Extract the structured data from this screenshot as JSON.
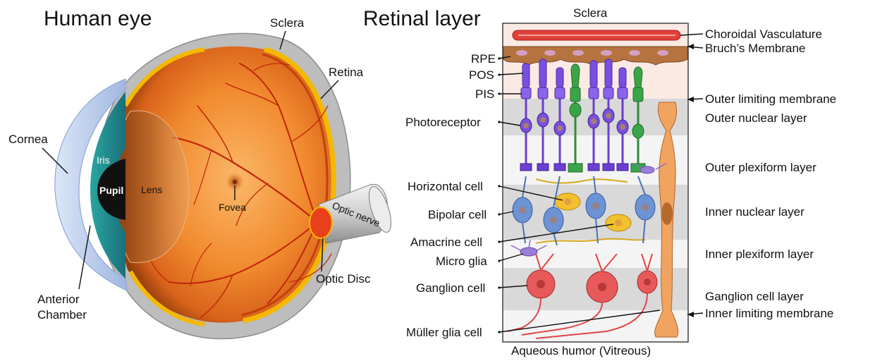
{
  "eye": {
    "title": "Human eye",
    "labels": {
      "sclera": "Sclera",
      "retina": "Retina",
      "cornea": "Cornea",
      "iris": "Iris",
      "pupil": "Pupil",
      "lens": "Lens",
      "fovea": "Fovea",
      "optic_nerve": "Optic nerve",
      "optic_disc": "Optic Disc",
      "anterior_line1": "Anterior",
      "anterior_line2": "Chamber"
    }
  },
  "retina": {
    "title": "Retinal layer",
    "top_label": "Sclera",
    "bottom_label": "Aqueous humor (Vitreous)",
    "left_labels": {
      "rpe": "RPE",
      "pos": "POS",
      "pis": "PIS",
      "photoreceptor": "Photoreceptor",
      "horizontal": "Horizontal cell",
      "bipolar": "Bipolar cell",
      "amacrine": "Amacrine cell",
      "micro_glia": "Micro glia",
      "ganglion": "Ganglion cell",
      "muller": "Müller glia cell"
    },
    "right_labels": {
      "choroidal": "Choroidal Vasculature",
      "bruch": "Bruch’s Membrane",
      "olm": "Outer limiting membrane",
      "onl": "Outer nuclear layer",
      "opl": "Outer plexiform layer",
      "inl": "Inner nuclear layer",
      "ipl": "Inner plexiform layer",
      "gcl": "Ganglion cell layer",
      "ilm": "Inner limiting membrane"
    }
  },
  "colors": {
    "eyeball": "#f08a2c",
    "sclera_gray": "#c9c9c9",
    "retina_yellow": "#f5b800",
    "vessel": "#c0260a",
    "rod": "#6a3fd1",
    "cone": "#2e8b3a",
    "bipolar": "#5d86c9",
    "horizontal": "#f2c12e",
    "ganglion": "#e85a5a",
    "muller": "#f0a460",
    "microglia": "#9b7fd6",
    "rpe": "#b5733f",
    "choroid": "#e0403a"
  }
}
